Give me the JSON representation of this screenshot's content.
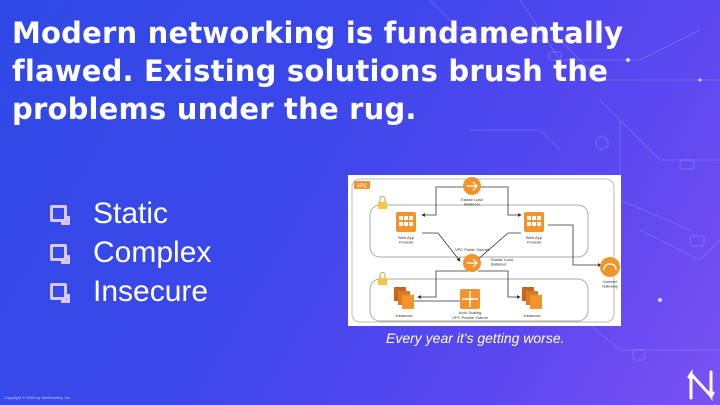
{
  "slide": {
    "headline": "Modern networking is fundamentally flawed. Existing solutions brush the problems under the rug.",
    "bullets": [
      "Static",
      "Complex",
      "Insecure"
    ],
    "caption": "Every year it's getting worse.",
    "copyright": "Copyright © 2024 by NetFoundry, Inc."
  },
  "diagram": {
    "vpc_label": "VPC",
    "elb_top": "Elastic Load\nBalancer",
    "waf_left": "Web App\nFirewall",
    "waf_right": "Web App\nFirewall",
    "public_subnet": "VPC Public Subnet",
    "elb_mid": "Elastic Load\nBalancer",
    "gateway": "Internet\nGateway",
    "instances_left": "Instances",
    "auto_scaling": "Auto Scaling",
    "private_subnet": "VPC Private Subnet",
    "instances_right": "Instances"
  },
  "colors": {
    "accent": "#d9c8ff",
    "aws_orange": "#f2942b",
    "background_start": "#2f49e6",
    "background_end": "#7a52f2"
  },
  "icons": [
    "checkbox-bullet-icon",
    "load-balancer-icon",
    "firewall-icon",
    "internet-gateway-icon",
    "instances-icon",
    "auto-scaling-icon",
    "lock-icon",
    "netfoundry-logo-icon"
  ]
}
